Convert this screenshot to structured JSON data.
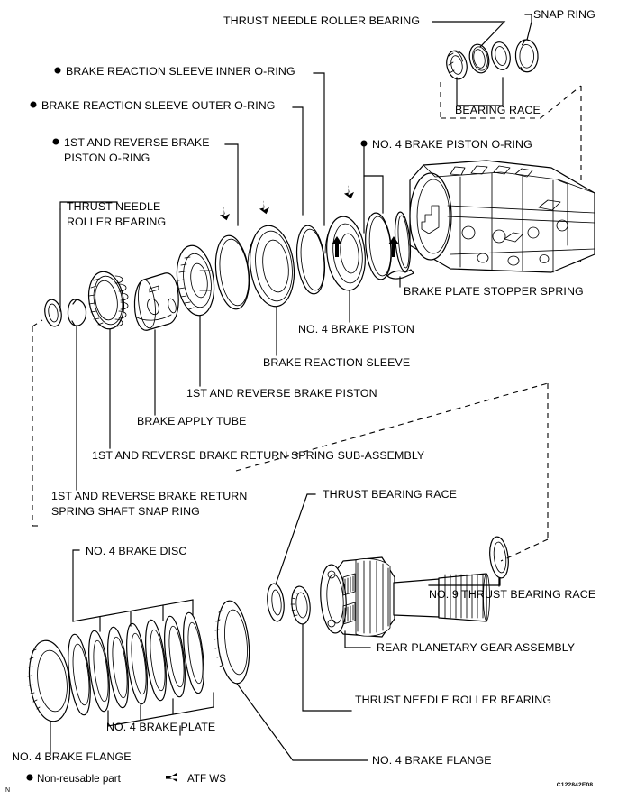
{
  "figure": {
    "code": "C122842E08",
    "corner_mark": "N"
  },
  "legend": {
    "non_reusable_symbol": "●",
    "non_reusable_label": "Non-reusable part",
    "atf_symbol": "←",
    "atf_label": "ATF WS"
  },
  "labels": {
    "thrust_needle_roller_bearing_top": "THRUST NEEDLE ROLLER BEARING",
    "snap_ring": "SNAP RING",
    "bearing_race": "BEARING RACE",
    "brake_reaction_sleeve_inner_oring": "BRAKE REACTION SLEEVE INNER O-RING",
    "brake_reaction_sleeve_outer_oring": "BRAKE REACTION SLEEVE OUTER O-RING",
    "first_reverse_brake_piston_oring_l1": "1ST AND REVERSE BRAKE",
    "first_reverse_brake_piston_oring_l2": "PISTON O-RING",
    "no4_brake_piston_oring": "NO. 4 BRAKE PISTON O-RING",
    "thrust_needle_roller_bearing_left_l1": "THRUST NEEDLE",
    "thrust_needle_roller_bearing_left_l2": "ROLLER BEARING",
    "brake_plate_stopper_spring": "BRAKE PLATE STOPPER SPRING",
    "no4_brake_piston": "NO. 4 BRAKE PISTON",
    "brake_reaction_sleeve": "BRAKE REACTION SLEEVE",
    "first_reverse_brake_piston": "1ST AND REVERSE BRAKE PISTON",
    "brake_apply_tube": "BRAKE APPLY TUBE",
    "first_reverse_brake_return_spring_sub_assembly": "1ST AND REVERSE BRAKE RETURN SPRING SUB-ASSEMBLY",
    "first_reverse_brake_return_spring_shaft_snap_ring_l1": "1ST AND REVERSE BRAKE RETURN",
    "first_reverse_brake_return_spring_shaft_snap_ring_l2": "SPRING SHAFT SNAP RING",
    "thrust_bearing_race": "THRUST BEARING RACE",
    "no4_brake_disc": "NO. 4 BRAKE DISC",
    "no9_thrust_bearing_race": "NO. 9 THRUST BEARING RACE",
    "rear_planetary_gear_assembly": "REAR PLANETARY GEAR ASSEMBLY",
    "thrust_needle_roller_bearing_bottom": "THRUST NEEDLE ROLLER BEARING",
    "no4_brake_plate": "NO. 4 BRAKE  PLATE",
    "no4_brake_flange_left": "NO. 4 BRAKE FLANGE",
    "no4_brake_flange_right": "NO. 4 BRAKE FLANGE"
  },
  "colors": {
    "line": "#000000",
    "background": "#ffffff"
  }
}
